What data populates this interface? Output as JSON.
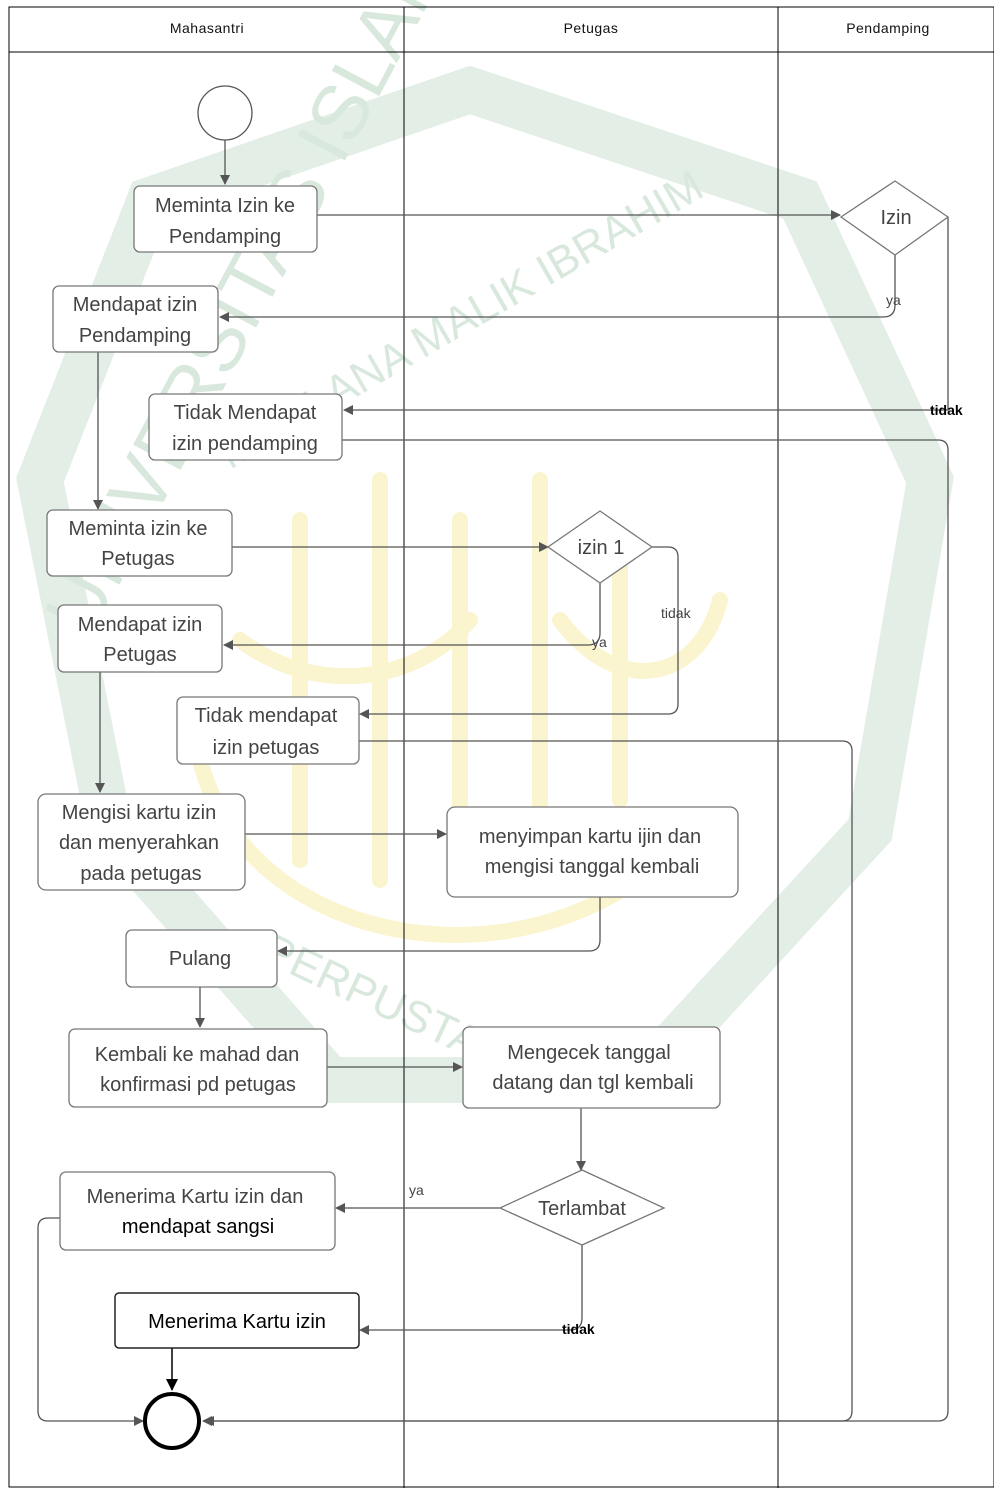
{
  "lanes": {
    "mahasantri": "Mahasantri",
    "petugas": "Petugas",
    "pendamping": "Pendamping"
  },
  "nodes": {
    "minta_pendamping": [
      "Meminta Izin ke",
      "Pendamping"
    ],
    "dapat_pendamping": [
      "Mendapat izin",
      "Pendamping"
    ],
    "tidak_pendamping": [
      "Tidak Mendapat",
      "izin pendamping"
    ],
    "minta_petugas": [
      "Meminta izin ke",
      "Petugas"
    ],
    "dapat_petugas": [
      "Mendapat izin",
      "Petugas"
    ],
    "tidak_petugas": [
      "Tidak mendapat",
      "izin petugas"
    ],
    "isi_kartu": [
      "Mengisi kartu izin",
      "dan menyerahkan",
      "pada petugas"
    ],
    "simpan_kartu": [
      "menyimpan kartu ijin dan",
      "mengisi tanggal kembali"
    ],
    "pulang": [
      "Pulang"
    ],
    "kembali": [
      "Kembali ke mahad dan",
      "konfirmasi pd petugas"
    ],
    "cek_tanggal": [
      "Mengecek tanggal",
      "datang dan tgl kembali"
    ],
    "terima_sangsi": [
      "Menerima Kartu izin dan",
      "mendapat sangsi"
    ],
    "terima_kartu": [
      "Menerima Kartu izin"
    ]
  },
  "decisions": {
    "izin": "Izin",
    "izin1": "izin 1",
    "terlambat": "Terlambat"
  },
  "edge_labels": {
    "izin_ya": "ya",
    "izin_tidak": "tidak",
    "izin1_ya": "ya",
    "izin1_tidak": "tidak",
    "terlambat_ya": "ya",
    "terlambat_tidak": "tidak"
  },
  "watermark": {
    "arc_text": "UNIVERSITAS ISLAM NEGERI",
    "inner_text": "MAULANA MALIK IBRAHIM",
    "bottom_text": "PERPUSTAKAAN"
  },
  "colors": {
    "line": "#555555",
    "box_stroke": "#777777",
    "watermark_green": "#dbe9de",
    "watermark_yellow": "#fbf6d3"
  }
}
